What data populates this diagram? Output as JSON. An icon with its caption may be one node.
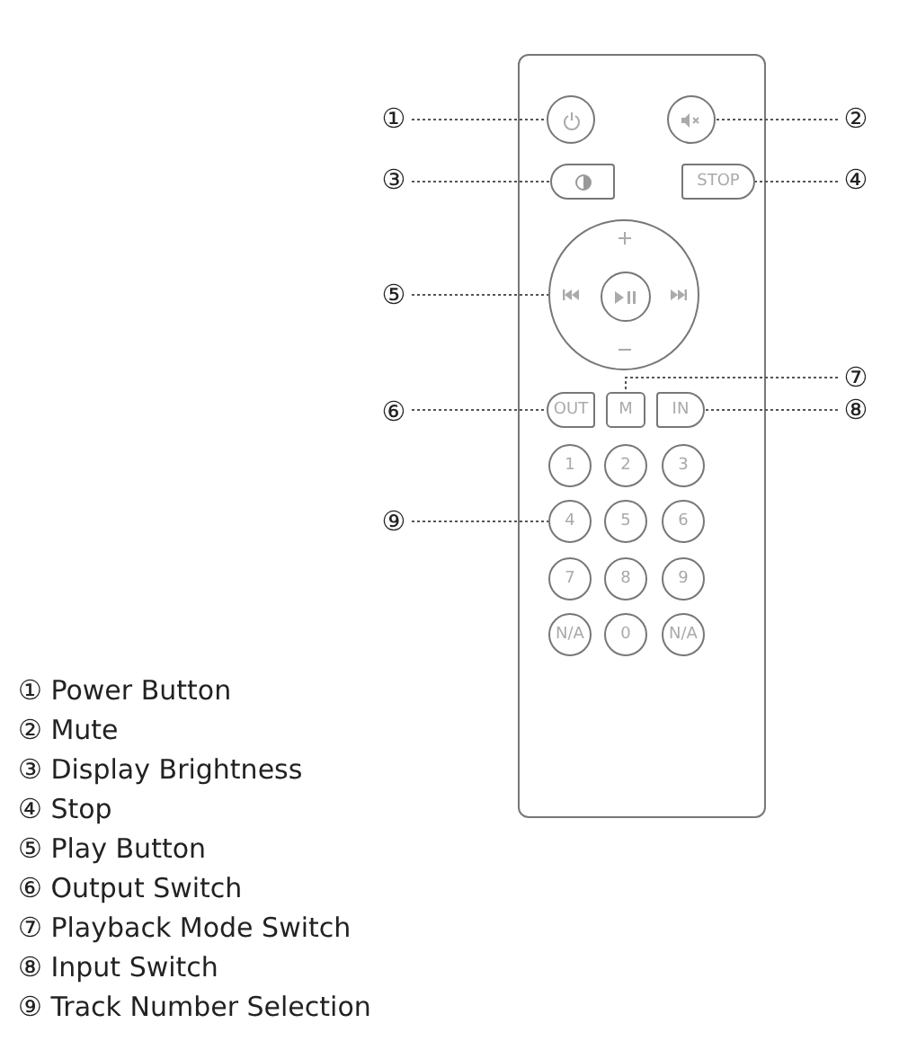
{
  "diagram": {
    "nodes": [
      {
        "text": [
          "①"
        ]
      },
      {
        "text": [],
        "shape": "circle"
      },
      {
        "text": [],
        "shape": "circle"
      },
      {
        "text": [
          "②"
        ]
      },
      {
        "text": [
          "③"
        ]
      },
      {
        "text": [],
        "shape": "box"
      },
      {
        "text": [
          "STOP"
        ]
      },
      {
        "text": [
          "④"
        ]
      },
      {
        "text": [
          "⑤"
        ]
      },
      {
        "text": [],
        "shape": "circle"
      },
      {
        "text": [],
        "shape": "circle",
        "in": 9
      },
      {
        "text": [
          "⑦"
        ]
      },
      {
        "text": [
          "⑥"
        ]
      },
      {
        "text": [
          "OUT"
        ]
      },
      {
        "text": [
          "M"
        ]
      },
      {
        "text": [
          "IN"
        ]
      },
      {
        "text": [
          "⑧"
        ]
      },
      {
        "text": [
          "1"
        ]
      },
      {
        "text": [
          "2"
        ]
      },
      {
        "text": [
          "3"
        ]
      },
      {
        "text": [
          "⑨"
        ]
      },
      {
        "text": [
          "4"
        ]
      },
      {
        "text": [
          "5"
        ]
      },
      {
        "text": [
          "6"
        ]
      },
      {
        "text": [
          "7"
        ]
      },
      {
        "text": [
          "8"
        ]
      },
      {
        "text": [
          "9"
        ]
      },
      {
        "text": [
          "N/A"
        ]
      },
      {
        "text": [
          "0"
        ]
      },
      {
        "text": [
          "N/A"
        ]
      }
    ],
    "edges": [
      {
        "from": 0,
        "to": 1,
        "arrow": "none",
        "style": "dashed"
      },
      {
        "from": 3,
        "to": 2,
        "arrow": "none",
        "style": "dashed"
      },
      {
        "from": 4,
        "to": 5,
        "arrow": "none",
        "style": "dashed"
      },
      {
        "from": 7,
        "to": 6,
        "arrow": "none",
        "style": "dashed"
      },
      {
        "from": 8,
        "to": 9,
        "arrow": "none",
        "style": "dashed"
      },
      {
        "from": 11,
        "to": 14,
        "arrow": "none",
        "style": "dashed"
      },
      {
        "from": 12,
        "to": 13,
        "arrow": "none",
        "style": "dashed"
      },
      {
        "from": 16,
        "to": 15,
        "arrow": "none",
        "style": "dashed"
      },
      {
        "from": 20,
        "to": 21,
        "arrow": "none",
        "style": "dashed"
      }
    ],
    "labels": [
      "① Power Button",
      "② Mute",
      "③ Display Brightness",
      "④ Stop",
      "⑤ Play Button",
      "⑥ Output Switch",
      "⑦ Playback Mode Switch",
      "⑧ Input Switch",
      "⑨ Track Number Selection"
    ]
  }
}
